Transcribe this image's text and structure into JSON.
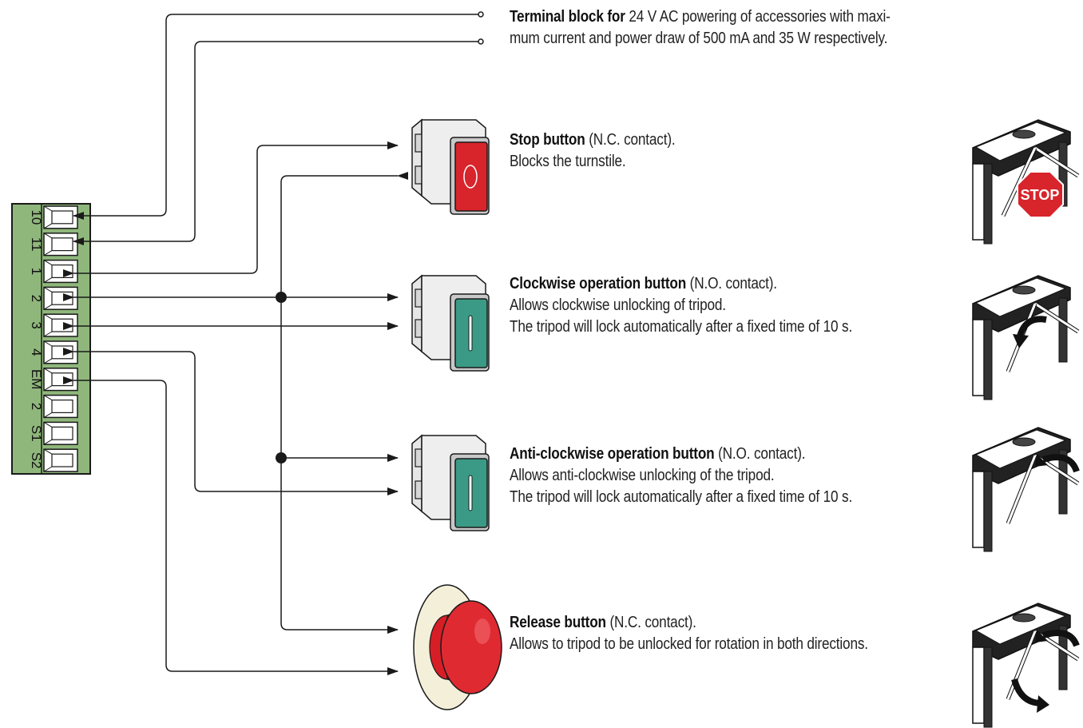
{
  "terminal_labels": [
    "10",
    "11",
    "1",
    "2",
    "3",
    "4",
    "EM",
    "2",
    "S1",
    "S2"
  ],
  "descriptions": {
    "terminal_block": {
      "title": "Terminal block for",
      "line1": " 24 V AC powering of accessories with maxi-",
      "line2": "mum current and power draw of 500 mA and 35 W respectively."
    },
    "stop": {
      "title": "Stop button",
      "suffix": " (N.C. contact).",
      "line1": "Blocks the turnstile."
    },
    "clockwise": {
      "title": "Clockwise operation button",
      "suffix": " (N.O. contact).",
      "line1": "Allows clockwise unlocking of tripod.",
      "line2": "The tripod will lock automatically after a fixed time of 10 s."
    },
    "anticlockwise": {
      "title": "Anti-clockwise operation button",
      "suffix": " (N.O. contact).",
      "line1": "Allows anti-clockwise unlocking of the tripod.",
      "line2": "The tripod will lock automatically after a fixed time of 10 s."
    },
    "release": {
      "title": "Release button",
      "suffix": " (N.C. contact).",
      "line1": "Allows to tripod to be unlocked for rotation in both directions."
    }
  },
  "stop_sign_text": "STOP",
  "colors": {
    "terminal_green": "#8fb77b",
    "stop_red": "#d8242b",
    "button_green": "#3a9a86",
    "release_red": "#d71e26",
    "wire": "#1a1a1a"
  }
}
